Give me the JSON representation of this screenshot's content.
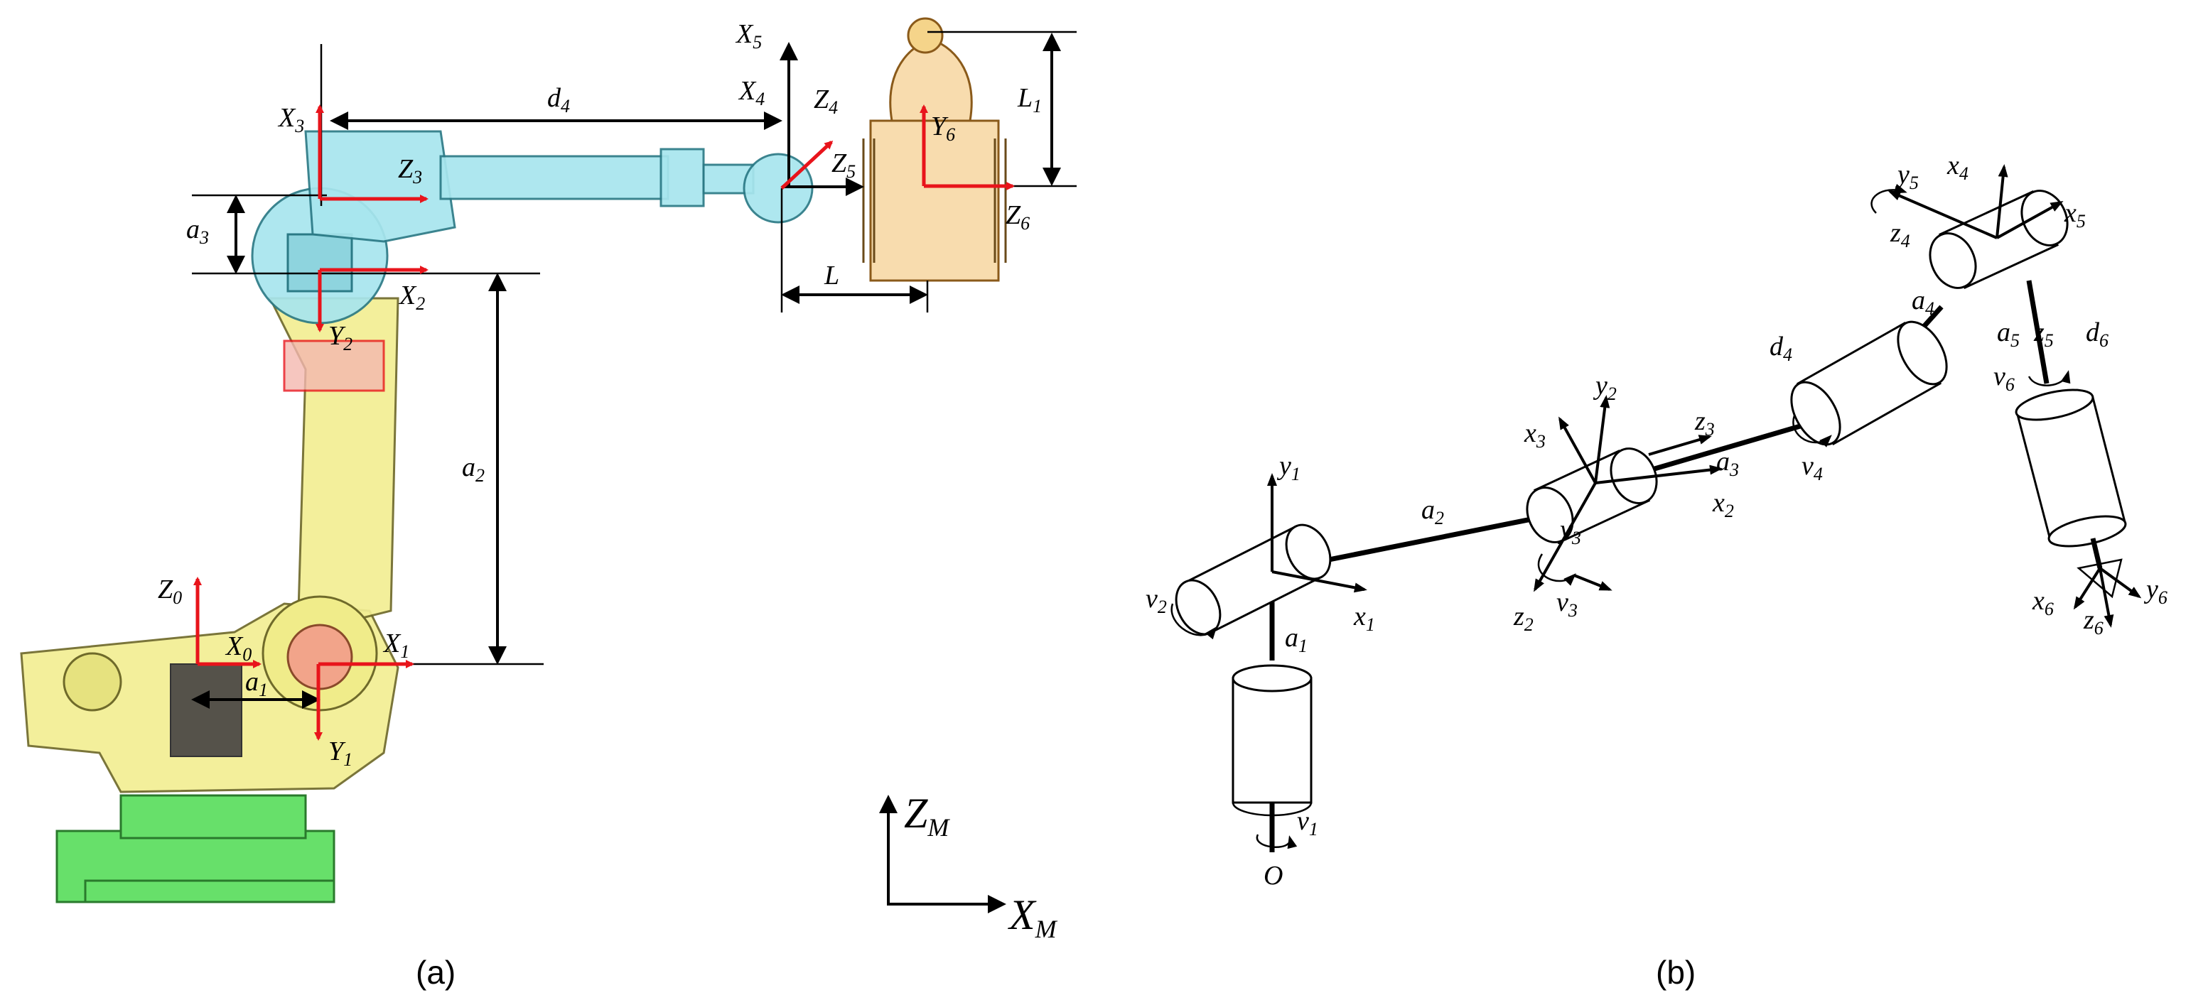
{
  "panel_a": {
    "caption": "(a)",
    "frames": {
      "x5": {
        "main": "X",
        "sub": "5"
      },
      "x4": {
        "main": "X",
        "sub": "4"
      },
      "x3": {
        "main": "X",
        "sub": "3"
      },
      "z3": {
        "main": "Z",
        "sub": "3"
      },
      "z4": {
        "main": "Z",
        "sub": "4"
      },
      "z5": {
        "main": "Z",
        "sub": "5"
      },
      "z6": {
        "main": "Z",
        "sub": "6"
      },
      "y6": {
        "main": "Y",
        "sub": "6"
      },
      "x2": {
        "main": "X",
        "sub": "2"
      },
      "y2": {
        "main": "Y",
        "sub": "2"
      },
      "z0": {
        "main": "Z",
        "sub": "0"
      },
      "x0": {
        "main": "X",
        "sub": "0"
      },
      "x1": {
        "main": "X",
        "sub": "1"
      },
      "y1": {
        "main": "Y",
        "sub": "1"
      }
    },
    "dimensions": {
      "d4": {
        "main": "d",
        "sub": "4"
      },
      "a3": {
        "main": "a",
        "sub": "3"
      },
      "a2": {
        "main": "a",
        "sub": "2"
      },
      "a1": {
        "main": "a",
        "sub": "1"
      },
      "L": {
        "main": "L",
        "sub": ""
      },
      "L1": {
        "main": "L",
        "sub": "1"
      }
    },
    "world_frame": {
      "z": {
        "main": "Z",
        "sub": "M"
      },
      "x": {
        "main": "X",
        "sub": "M"
      }
    }
  },
  "panel_b": {
    "caption": "(b)",
    "labels": {
      "y1": {
        "main": "y",
        "sub": "1"
      },
      "x1": {
        "main": "x",
        "sub": "1"
      },
      "v2": {
        "main": "v",
        "sub": "2"
      },
      "a1": {
        "main": "a",
        "sub": "1"
      },
      "v1": {
        "main": "v",
        "sub": "1"
      },
      "o": {
        "main": "O",
        "sub": ""
      },
      "a2": {
        "main": "a",
        "sub": "2"
      },
      "x3": {
        "main": "x",
        "sub": "3"
      },
      "y2": {
        "main": "y",
        "sub": "2"
      },
      "z3": {
        "main": "z",
        "sub": "3"
      },
      "a3": {
        "main": "a",
        "sub": "3"
      },
      "x2": {
        "main": "x",
        "sub": "2"
      },
      "y3": {
        "main": "y",
        "sub": "3"
      },
      "z2": {
        "main": "z",
        "sub": "2"
      },
      "v3": {
        "main": "v",
        "sub": "3"
      },
      "d4": {
        "main": "d",
        "sub": "4"
      },
      "v4": {
        "main": "v",
        "sub": "4"
      },
      "y5": {
        "main": "y",
        "sub": "5"
      },
      "x4": {
        "main": "x",
        "sub": "4"
      },
      "x5": {
        "main": "x",
        "sub": "5"
      },
      "z4": {
        "main": "z",
        "sub": "4"
      },
      "a4": {
        "main": "a",
        "sub": "4"
      },
      "a5": {
        "main": "a",
        "sub": "5"
      },
      "z5": {
        "main": "z",
        "sub": "5"
      },
      "d6": {
        "main": "d",
        "sub": "6"
      },
      "v6": {
        "main": "v",
        "sub": "6"
      },
      "x6": {
        "main": "x",
        "sub": "6"
      },
      "z6": {
        "main": "z",
        "sub": "6"
      },
      "y6": {
        "main": "y",
        "sub": "6"
      }
    }
  },
  "colors": {
    "frame_axis": "#e8141b",
    "arm_upper": "#a8e6ee",
    "arm_lower": "#f2ee93",
    "base": "#67e06a",
    "end_effector": "#f8dcae"
  }
}
